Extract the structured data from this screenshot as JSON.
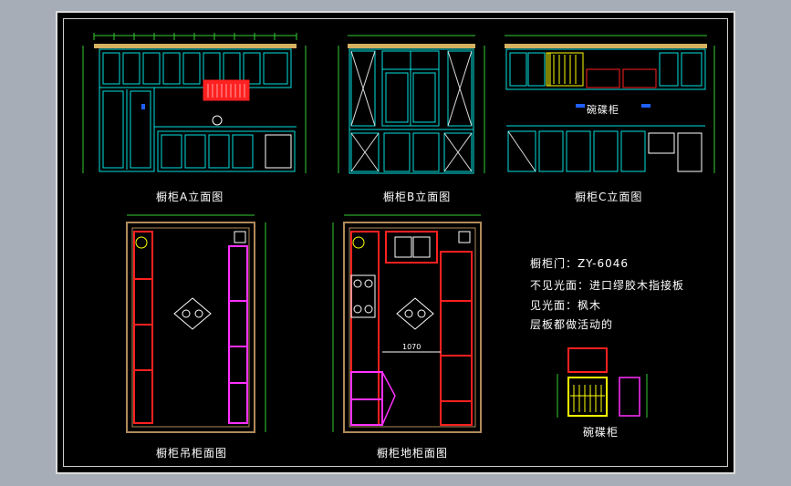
{
  "titles": {
    "elevation_a": "橱柜A立面图",
    "elevation_b": "橱柜B立面图",
    "elevation_c": "橱柜C立面图",
    "wall_plan": "橱柜吊柜面图",
    "floor_plan": "橱柜地柜面图",
    "dish_rack": "碗碟柜"
  },
  "labels": {
    "dish_rack_tag": "碗碟柜",
    "floor_dim": "1070"
  },
  "notes": {
    "door": "橱柜门：ZY-6046",
    "hidden_side": "不见光面：进口缪胶木指接板",
    "visible_side": "见光面：枫木",
    "shelves": "层板都做活动的"
  },
  "colors": {
    "background": "#000000",
    "cabinet_line": "#00e0e0",
    "dimension_line": "#33cc33",
    "highlight_red": "#ff2020",
    "highlight_yellow": "#ffff00",
    "highlight_magenta": "#ff30ff",
    "wall_hatch": "#b08a5a"
  }
}
